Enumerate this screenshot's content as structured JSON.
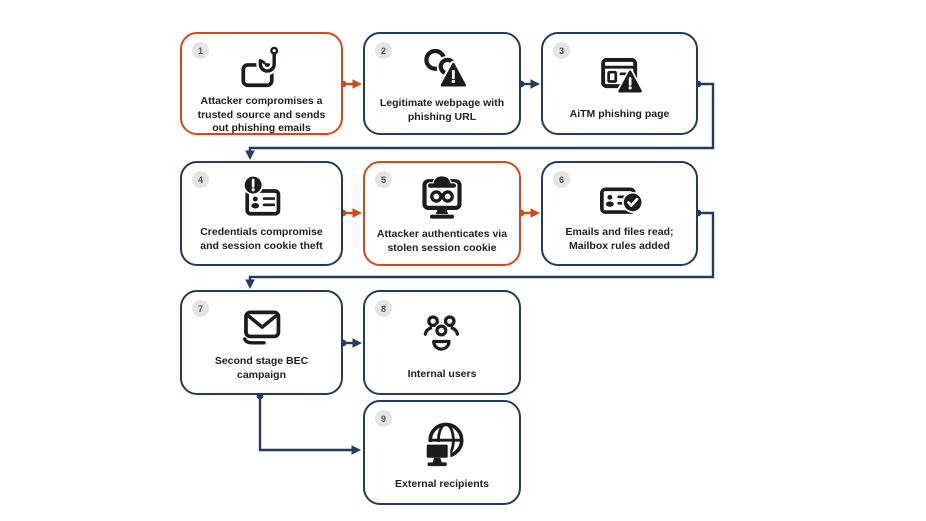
{
  "diagram": {
    "type": "flowchart",
    "colors": {
      "accent_orange": "#d14a1b",
      "accent_navy": "#243a5e",
      "icon_black": "#1c1c1c",
      "badge_bg": "#e4e4e4",
      "badge_text": "#565656",
      "background": "#ffffff"
    },
    "boxes": [
      {
        "number": "1",
        "label": "Attacker compromises a trusted source and sends out phishing emails",
        "accent": "orange",
        "icon": "phishing-email-icon"
      },
      {
        "number": "2",
        "label": "Legitimate webpage with phishing URL",
        "accent": "navy",
        "icon": "link-warning-icon"
      },
      {
        "number": "3",
        "label": "AiTM phishing page",
        "accent": "navy",
        "icon": "browser-warning-icon"
      },
      {
        "number": "4",
        "label": "Credentials compromise and session cookie theft",
        "accent": "navy",
        "icon": "id-card-alert-icon"
      },
      {
        "number": "5",
        "label": "Attacker authenticates via stolen session cookie",
        "accent": "orange",
        "icon": "spy-monitor-icon"
      },
      {
        "number": "6",
        "label": "Emails and files read; Mailbox rules added",
        "accent": "navy",
        "icon": "id-card-check-icon"
      },
      {
        "number": "7",
        "label": "Second stage BEC campaign",
        "accent": "navy",
        "icon": "envelope-icon"
      },
      {
        "number": "8",
        "label": "Internal users",
        "accent": "navy",
        "icon": "people-group-icon"
      },
      {
        "number": "9",
        "label": "External recipients",
        "accent": "navy",
        "icon": "globe-monitor-icon"
      }
    ],
    "connections": [
      {
        "from": "1",
        "to": "2",
        "color": "orange",
        "shape": "straight"
      },
      {
        "from": "2",
        "to": "3",
        "color": "navy",
        "shape": "straight"
      },
      {
        "from": "3",
        "to": "4",
        "color": "navy",
        "shape": "wrap-elbow"
      },
      {
        "from": "4",
        "to": "5",
        "color": "orange",
        "shape": "straight"
      },
      {
        "from": "5",
        "to": "6",
        "color": "orange",
        "shape": "straight"
      },
      {
        "from": "6",
        "to": "7",
        "color": "navy",
        "shape": "wrap-elbow"
      },
      {
        "from": "7",
        "to": "8",
        "color": "navy",
        "shape": "straight"
      },
      {
        "from": "7",
        "to": "9",
        "color": "navy",
        "shape": "down-right-elbow"
      }
    ]
  }
}
